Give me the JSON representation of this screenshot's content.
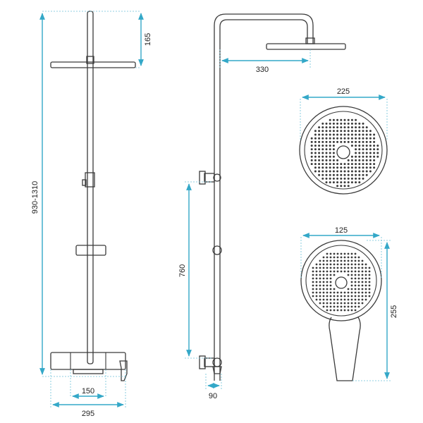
{
  "dimensions": {
    "height_range": "930-1310",
    "head_drop": "165",
    "mixer_centers": "150",
    "mixer_width": "295",
    "arm_reach": "330",
    "inlet_to_holder": "760",
    "wall_offset": "90",
    "head_diameter": "225",
    "hand_head_width": "125",
    "hand_length": "255"
  },
  "colors": {
    "dimension": "#34a8c8",
    "outline": "#3a3a3a"
  }
}
